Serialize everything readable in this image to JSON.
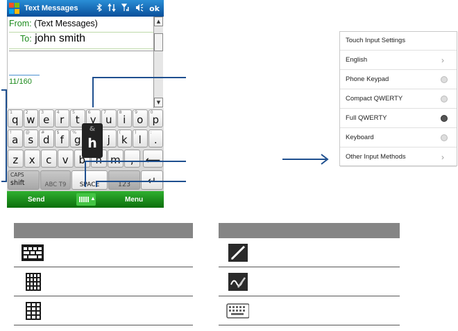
{
  "phone": {
    "title": "Text Messages",
    "status_icons": [
      "bluetooth-icon",
      "data-connection-icon",
      "signal-icon",
      "volume-icon"
    ],
    "ok_label": "ok",
    "from_label": "From:",
    "from_value": "(Text Messages)",
    "to_label": "To:",
    "to_value": "john smith",
    "char_counter": "11/160",
    "keyboard": {
      "row1": [
        {
          "sub": "1",
          "key": "q"
        },
        {
          "sub": "2",
          "key": "w"
        },
        {
          "sub": "3",
          "key": "e"
        },
        {
          "sub": "4",
          "key": "r"
        },
        {
          "sub": "5",
          "key": "t"
        },
        {
          "sub": "6",
          "key": "y"
        },
        {
          "sub": "7",
          "key": "u"
        },
        {
          "sub": "8",
          "key": "i"
        },
        {
          "sub": "9",
          "key": "o"
        },
        {
          "sub": "0",
          "key": "p"
        }
      ],
      "row2": [
        {
          "sub": "!",
          "key": "a"
        },
        {
          "sub": "@",
          "key": "s"
        },
        {
          "sub": "#",
          "key": "d"
        },
        {
          "sub": "$",
          "key": "f"
        },
        {
          "sub": "%",
          "key": "g"
        },
        {
          "sub": "",
          "key": "h"
        },
        {
          "sub": "",
          "key": "j"
        },
        {
          "sub": "(",
          "key": "k"
        },
        {
          "sub": ")",
          "key": "l"
        },
        {
          "sub": ":",
          "key": "."
        }
      ],
      "row3": [
        {
          "sub": "",
          "key": "z"
        },
        {
          "sub": "",
          "key": "x"
        },
        {
          "sub": "",
          "key": "c"
        },
        {
          "sub": "",
          "key": "v"
        },
        {
          "sub": "",
          "key": "b"
        },
        {
          "sub": "",
          "key": "n"
        },
        {
          "sub": "",
          "key": "m"
        },
        {
          "sub": "",
          "key": ","
        }
      ],
      "popup_alt": "&",
      "popup_key": "h",
      "caps_label": "CAPS",
      "shift_label": "shift",
      "abc_label": "ABC T9",
      "space_label": "SPACE",
      "num_label": "123",
      "backspace_glyph": "⟵",
      "enter_glyph": "↵"
    },
    "softkeys": {
      "left": "Send",
      "right": "Menu"
    }
  },
  "input_menu": {
    "items": [
      {
        "label": "Touch Input Settings",
        "control": "none"
      },
      {
        "label": "English",
        "control": "chevron"
      },
      {
        "label": "Phone Keypad",
        "control": "radio-off"
      },
      {
        "label": "Compact QWERTY",
        "control": "radio-off"
      },
      {
        "label": "Full QWERTY",
        "control": "radio-on"
      },
      {
        "label": "Keyboard",
        "control": "radio-off"
      },
      {
        "label": "Other Input Methods",
        "control": "chevron"
      }
    ],
    "chevron_glyph": "›"
  },
  "tables": {
    "left_icons": [
      "full-qwerty-icon",
      "compact-qwerty-icon",
      "phone-keypad-icon"
    ],
    "right_icons": [
      "transcriber-icon",
      "handwriting-icon",
      "keyboard-icon"
    ]
  },
  "colors": {
    "title_bar": "#0a4f9a",
    "softkey_bar": "#0c6e0c",
    "callout_line": "#1e4f8f",
    "table_header": "#858585"
  }
}
